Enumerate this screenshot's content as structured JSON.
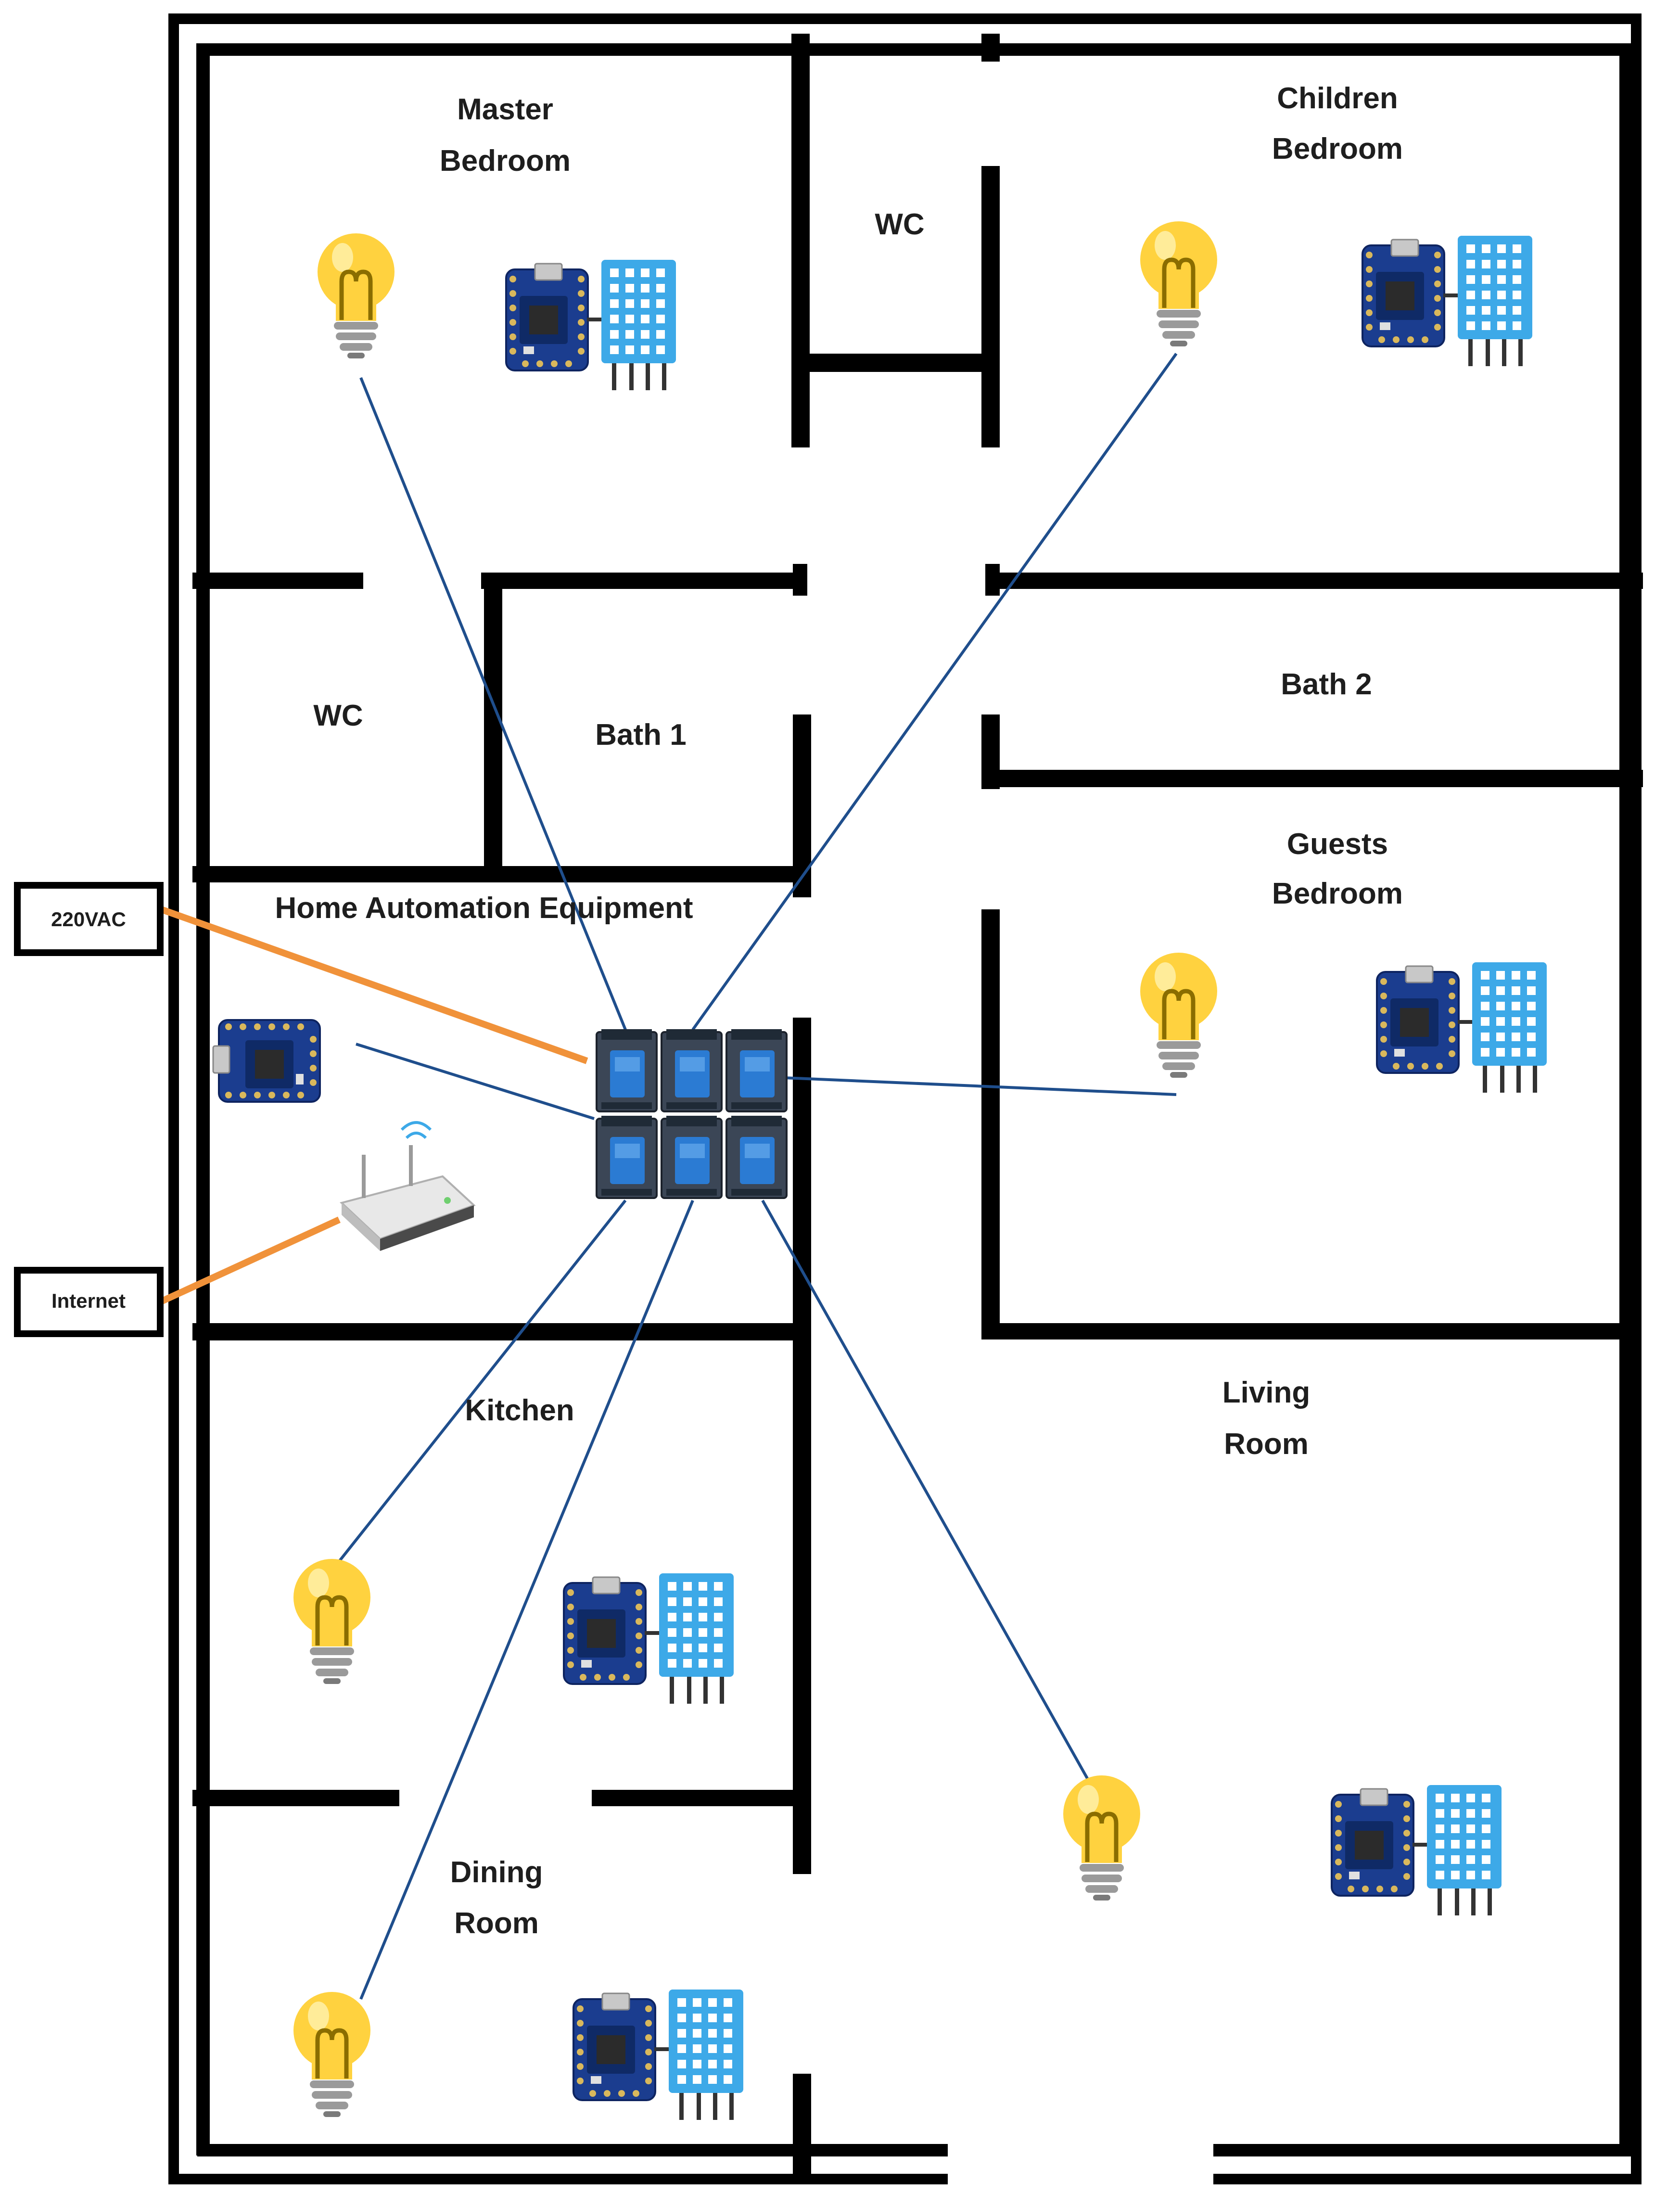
{
  "rooms": {
    "master_bedroom": [
      "Master",
      "Bedroom"
    ],
    "children_bedroom": [
      "Children",
      "Bedroom"
    ],
    "wc_top": "WC",
    "wc_left": "WC",
    "bath1": "Bath 1",
    "bath2": "Bath 2",
    "guests_bedroom": [
      "Guests",
      "Bedroom"
    ],
    "equipment": "Home Automation Equipment",
    "kitchen": "Kitchen",
    "living_room": [
      "Living",
      "Room"
    ],
    "dining_room": [
      "Dining",
      "Room"
    ]
  },
  "external": {
    "power": "220VAC",
    "internet": "Internet"
  },
  "colors": {
    "wall": "#000000",
    "wire": "#1f4e8c",
    "feed": "#f0923a",
    "bulb": "#ffd23f",
    "sensor": "#3da9e8",
    "board": "#1b3d8f"
  }
}
